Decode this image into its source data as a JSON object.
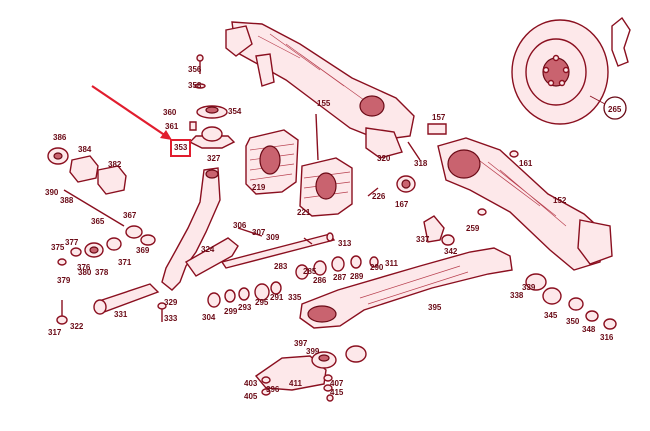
{
  "accent": "#e11d2e",
  "ink": "#8a0f1f",
  "highlight_label": "353",
  "labels": [
    "356",
    "358",
    "360",
    "354",
    "361",
    "353",
    "327",
    "155",
    "157",
    "320",
    "318",
    "161",
    "265",
    "386",
    "384",
    "382",
    "390",
    "388",
    "365",
    "367",
    "219",
    "221",
    "226",
    "167",
    "152",
    "306",
    "307",
    "309",
    "313",
    "337",
    "342",
    "259",
    "375",
    "377",
    "376",
    "371",
    "369",
    "379",
    "380",
    "378",
    "324",
    "283",
    "285",
    "286",
    "287",
    "289",
    "290",
    "311",
    "304",
    "299",
    "293",
    "295",
    "291",
    "335",
    "338",
    "339",
    "345",
    "350",
    "348",
    "316",
    "317",
    "322",
    "331",
    "329",
    "333",
    "395",
    "397",
    "399",
    "403",
    "396",
    "411",
    "407",
    "405",
    "415"
  ]
}
